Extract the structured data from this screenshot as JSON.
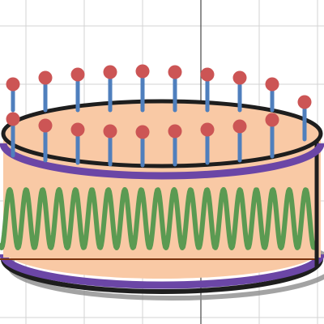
{
  "scene": {
    "subject": "birthday-cake",
    "candle_count_back_row": 10,
    "candle_count_front_row": 9
  },
  "colors": {
    "background": "#ffffff",
    "grid": "#d3d3d3",
    "axis": "#555555",
    "cake_fill": "#f9c9a5",
    "cake_outline": "#1e1e1e",
    "frosting_trim": "#6b46a6",
    "frosting_trim_light": "#8a6cc4",
    "wave_decoration": "#5b9a52",
    "base_line": "#7a3410",
    "candle_stick": "#4f7fbd",
    "candle_flame": "#cc5555",
    "plate_shadow": "#8c8c8c"
  }
}
